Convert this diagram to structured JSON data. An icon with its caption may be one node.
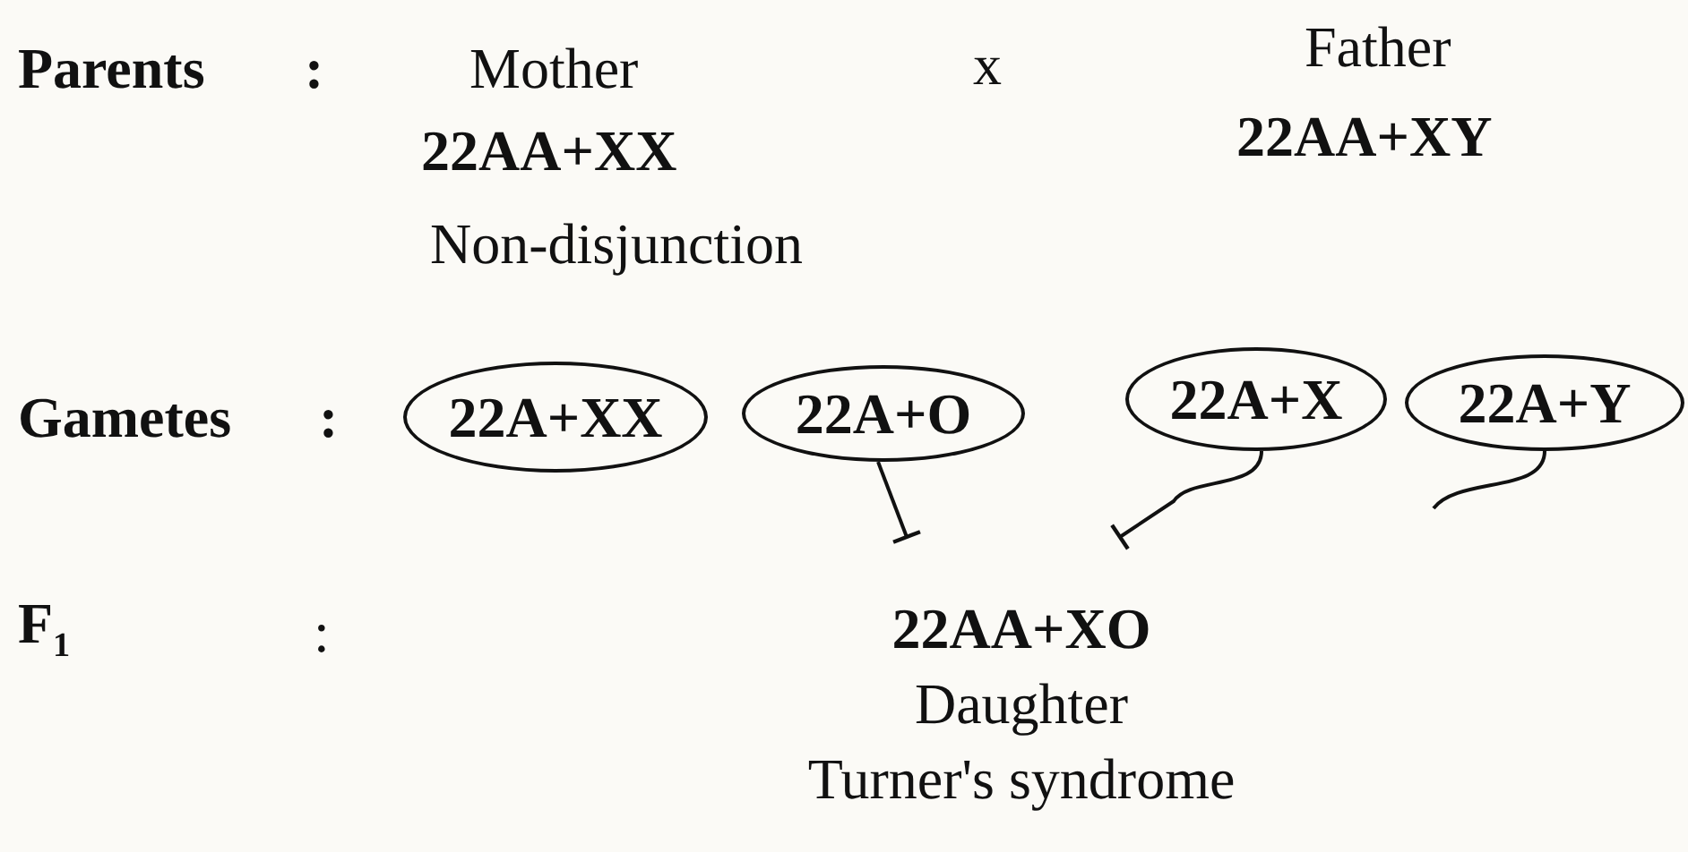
{
  "diagram": {
    "nodes": [
      {
        "text": [
          "22A+XX"
        ]
      },
      {
        "text": [
          "22A+O"
        ]
      },
      {
        "text": [
          "22A+X"
        ]
      },
      {
        "text": [
          "22A+Y"
        ]
      },
      {
        "text": [
          "22AA+XO",
          "Daughter",
          "Turner's syndrome"
        ]
      }
    ],
    "edges": [
      {
        "from": 1,
        "to": 4,
        "arrow": "other"
      },
      {
        "from": 2,
        "to": 4,
        "arrow": "other"
      },
      {
        "from": 3,
        "to": null,
        "arrow": "none"
      }
    ],
    "labels": [
      "Parents",
      ":",
      "Mother",
      "x",
      "Father",
      "22AA+XX",
      "22AA+XY",
      "Non-disjunction",
      "Gametes",
      ":",
      "F$_{1}$",
      ":"
    ]
  }
}
